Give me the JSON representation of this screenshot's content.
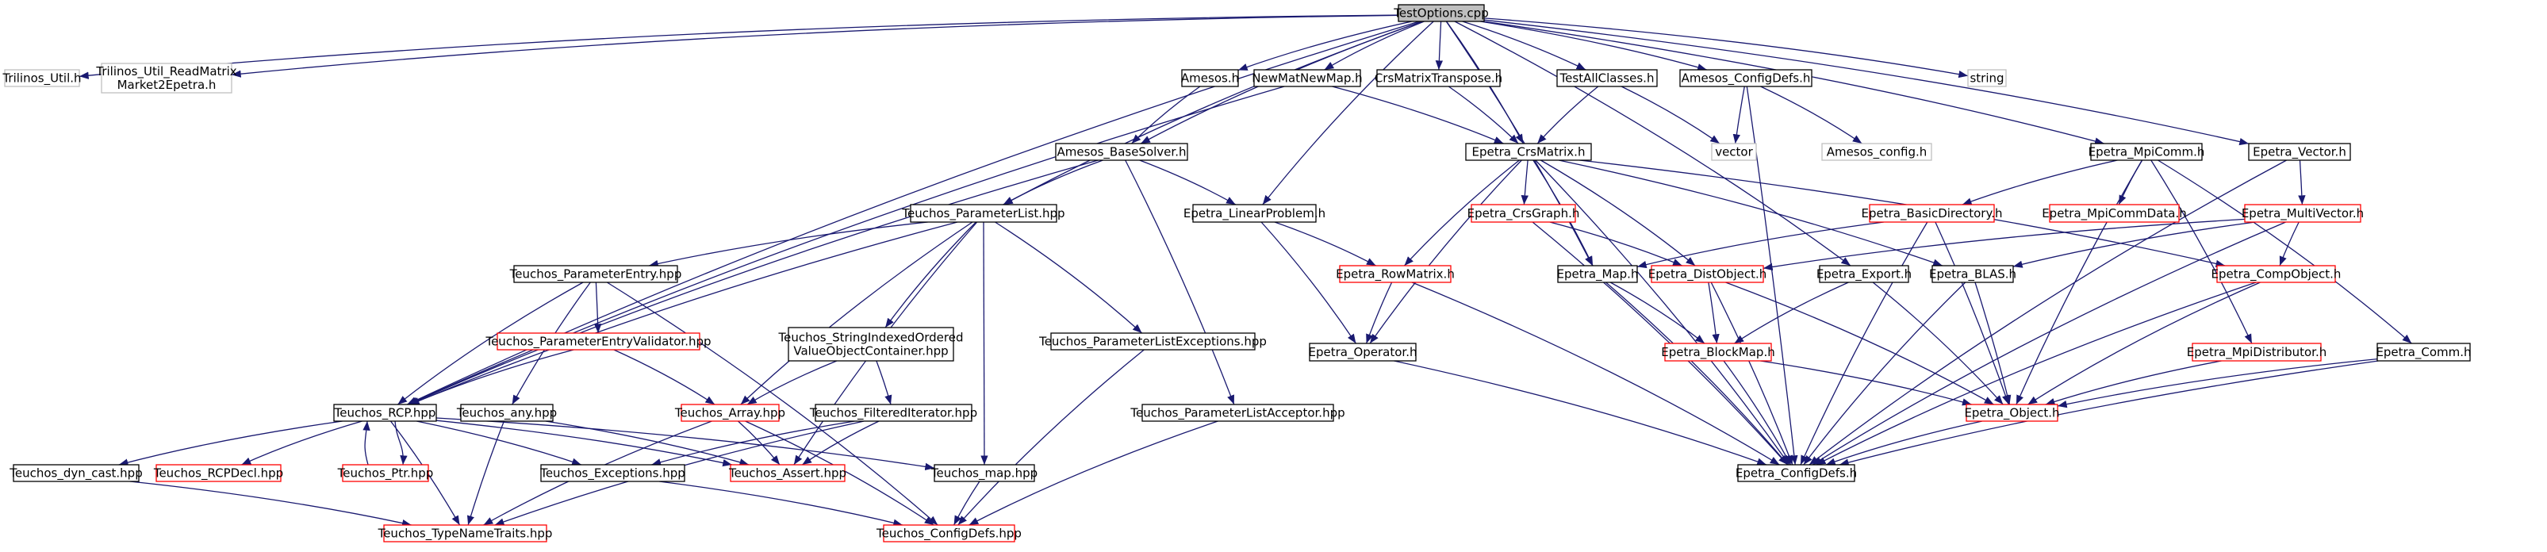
{
  "diagram": {
    "nodes": [
      {
        "id": "testoptions",
        "lines": [
          "TestOptions.cpp"
        ],
        "style": "root"
      },
      {
        "id": "trilinos_util",
        "lines": [
          "Trilinos_Util.h"
        ],
        "style": "grey"
      },
      {
        "id": "trilinos_readmatrix",
        "lines": [
          "Trilinos_Util_ReadMatrix",
          "Market2Epetra.h"
        ],
        "style": "grey"
      },
      {
        "id": "amesos_h",
        "lines": [
          "Amesos.h"
        ],
        "style": "normal"
      },
      {
        "id": "newmatnewmap",
        "lines": [
          "NewMatNewMap.h"
        ],
        "style": "normal"
      },
      {
        "id": "crsmatrixtranspose",
        "lines": [
          "CrsMatrixTranspose.h"
        ],
        "style": "normal"
      },
      {
        "id": "testallclasses",
        "lines": [
          "TestAllClasses.h"
        ],
        "style": "normal"
      },
      {
        "id": "amesos_configdefs",
        "lines": [
          "Amesos_ConfigDefs.h"
        ],
        "style": "normal"
      },
      {
        "id": "string",
        "lines": [
          "string"
        ],
        "style": "grey"
      },
      {
        "id": "epetra_mpicomm",
        "lines": [
          "Epetra_MpiComm.h"
        ],
        "style": "normal"
      },
      {
        "id": "epetra_vector",
        "lines": [
          "Epetra_Vector.h"
        ],
        "style": "normal"
      },
      {
        "id": "vector",
        "lines": [
          "vector"
        ],
        "style": "grey"
      },
      {
        "id": "amesos_config",
        "lines": [
          "Amesos_config.h"
        ],
        "style": "grey"
      },
      {
        "id": "amesos_basesolver",
        "lines": [
          "Amesos_BaseSolver.h"
        ],
        "style": "normal"
      },
      {
        "id": "epetra_crsmatrix",
        "lines": [
          "Epetra_CrsMatrix.h"
        ],
        "style": "normal"
      },
      {
        "id": "teuchos_parameterlist",
        "lines": [
          "Teuchos_ParameterList.hpp"
        ],
        "style": "normal"
      },
      {
        "id": "epetra_linearproblem",
        "lines": [
          "Epetra_LinearProblem.h"
        ],
        "style": "normal"
      },
      {
        "id": "epetra_crsgraph",
        "lines": [
          "Epetra_CrsGraph.h"
        ],
        "style": "red"
      },
      {
        "id": "epetra_basicdirectory",
        "lines": [
          "Epetra_BasicDirectory.h"
        ],
        "style": "red"
      },
      {
        "id": "epetra_mpicommdata",
        "lines": [
          "Epetra_MpiCommData.h"
        ],
        "style": "red"
      },
      {
        "id": "epetra_multivector",
        "lines": [
          "Epetra_MultiVector.h"
        ],
        "style": "red"
      },
      {
        "id": "teuchos_parameterentry",
        "lines": [
          "Teuchos_ParameterEntry.hpp"
        ],
        "style": "normal"
      },
      {
        "id": "epetra_rowmatrix",
        "lines": [
          "Epetra_RowMatrix.h"
        ],
        "style": "red"
      },
      {
        "id": "epetra_map",
        "lines": [
          "Epetra_Map.h"
        ],
        "style": "normal"
      },
      {
        "id": "epetra_distobject",
        "lines": [
          "Epetra_DistObject.h"
        ],
        "style": "red"
      },
      {
        "id": "epetra_export",
        "lines": [
          "Epetra_Export.h"
        ],
        "style": "normal"
      },
      {
        "id": "epetra_blas",
        "lines": [
          "Epetra_BLAS.h"
        ],
        "style": "normal"
      },
      {
        "id": "epetra_compobject",
        "lines": [
          "Epetra_CompObject.h"
        ],
        "style": "red"
      },
      {
        "id": "teuchos_pevalidator",
        "lines": [
          "Teuchos_ParameterEntryValidator.hpp"
        ],
        "style": "red"
      },
      {
        "id": "teuchos_stringindexed",
        "lines": [
          "Teuchos_StringIndexedOrdered",
          "ValueObjectContainer.hpp"
        ],
        "style": "normal"
      },
      {
        "id": "teuchos_plexceptions",
        "lines": [
          "Teuchos_ParameterListExceptions.hpp"
        ],
        "style": "normal"
      },
      {
        "id": "epetra_operator",
        "lines": [
          "Epetra_Operator.h"
        ],
        "style": "normal"
      },
      {
        "id": "epetra_blockmap",
        "lines": [
          "Epetra_BlockMap.h"
        ],
        "style": "red"
      },
      {
        "id": "epetra_mpidistributor",
        "lines": [
          "Epetra_MpiDistributor.h"
        ],
        "style": "red"
      },
      {
        "id": "epetra_comm",
        "lines": [
          "Epetra_Comm.h"
        ],
        "style": "normal"
      },
      {
        "id": "teuchos_rcp",
        "lines": [
          "Teuchos_RCP.hpp"
        ],
        "style": "normal"
      },
      {
        "id": "teuchos_any",
        "lines": [
          "Teuchos_any.hpp"
        ],
        "style": "normal"
      },
      {
        "id": "teuchos_array",
        "lines": [
          "Teuchos_Array.hpp"
        ],
        "style": "red"
      },
      {
        "id": "teuchos_filterediterator",
        "lines": [
          "Teuchos_FilteredIterator.hpp"
        ],
        "style": "normal"
      },
      {
        "id": "teuchos_placceptor",
        "lines": [
          "Teuchos_ParameterListAcceptor.hpp"
        ],
        "style": "normal"
      },
      {
        "id": "epetra_object",
        "lines": [
          "Epetra_Object.h"
        ],
        "style": "red"
      },
      {
        "id": "teuchos_dyncast",
        "lines": [
          "Teuchos_dyn_cast.hpp"
        ],
        "style": "normal"
      },
      {
        "id": "teuchos_rcpdecl",
        "lines": [
          "Teuchos_RCPDecl.hpp"
        ],
        "style": "red"
      },
      {
        "id": "teuchos_ptr",
        "lines": [
          "Teuchos_Ptr.hpp"
        ],
        "style": "red"
      },
      {
        "id": "teuchos_exceptions",
        "lines": [
          "Teuchos_Exceptions.hpp"
        ],
        "style": "normal"
      },
      {
        "id": "teuchos_assert",
        "lines": [
          "Teuchos_Assert.hpp"
        ],
        "style": "red"
      },
      {
        "id": "teuchos_map",
        "lines": [
          "Teuchos_map.hpp"
        ],
        "style": "normal"
      },
      {
        "id": "epetra_configdefs",
        "lines": [
          "Epetra_ConfigDefs.h"
        ],
        "style": "normal"
      },
      {
        "id": "teuchos_typenametraits",
        "lines": [
          "Teuchos_TypeNameTraits.hpp"
        ],
        "style": "red"
      },
      {
        "id": "teuchos_configdefs",
        "lines": [
          "Teuchos_ConfigDefs.hpp"
        ],
        "style": "red"
      }
    ],
    "edges": [
      [
        "testoptions",
        "trilinos_util"
      ],
      [
        "testoptions",
        "trilinos_readmatrix"
      ],
      [
        "testoptions",
        "amesos_h"
      ],
      [
        "testoptions",
        "newmatnewmap"
      ],
      [
        "testoptions",
        "crsmatrixtranspose"
      ],
      [
        "testoptions",
        "testallclasses"
      ],
      [
        "testoptions",
        "amesos_configdefs"
      ],
      [
        "testoptions",
        "string"
      ],
      [
        "testoptions",
        "epetra_mpicomm"
      ],
      [
        "testoptions",
        "epetra_vector"
      ],
      [
        "testoptions",
        "amesos_basesolver"
      ],
      [
        "testoptions",
        "epetra_crsmatrix"
      ],
      [
        "testoptions",
        "teuchos_parameterlist"
      ],
      [
        "testoptions",
        "epetra_linearproblem"
      ],
      [
        "testoptions",
        "teuchos_rcp"
      ],
      [
        "testoptions",
        "epetra_map"
      ],
      [
        "testoptions",
        "epetra_export"
      ],
      [
        "amesos_h",
        "amesos_basesolver"
      ],
      [
        "newmatnewmap",
        "epetra_crsmatrix"
      ],
      [
        "newmatnewmap",
        "teuchos_rcp"
      ],
      [
        "crsmatrixtranspose",
        "epetra_crsmatrix"
      ],
      [
        "testallclasses",
        "epetra_crsmatrix"
      ],
      [
        "testallclasses",
        "vector"
      ],
      [
        "amesos_configdefs",
        "vector"
      ],
      [
        "amesos_configdefs",
        "amesos_config"
      ],
      [
        "amesos_configdefs",
        "epetra_configdefs"
      ],
      [
        "epetra_mpicomm",
        "epetra_basicdirectory"
      ],
      [
        "epetra_mpicomm",
        "epetra_mpicommdata"
      ],
      [
        "epetra_mpicomm",
        "epetra_object"
      ],
      [
        "epetra_mpicomm",
        "epetra_mpidistributor"
      ],
      [
        "epetra_mpicomm",
        "epetra_comm"
      ],
      [
        "epetra_vector",
        "epetra_multivector"
      ],
      [
        "epetra_vector",
        "epetra_configdefs"
      ],
      [
        "amesos_basesolver",
        "teuchos_parameterlist"
      ],
      [
        "amesos_basesolver",
        "epetra_linearproblem"
      ],
      [
        "amesos_basesolver",
        "teuchos_rcp"
      ],
      [
        "amesos_basesolver",
        "teuchos_placceptor"
      ],
      [
        "epetra_crsmatrix",
        "epetra_crsgraph"
      ],
      [
        "epetra_crsmatrix",
        "epetra_rowmatrix"
      ],
      [
        "epetra_crsmatrix",
        "epetra_map"
      ],
      [
        "epetra_crsmatrix",
        "epetra_distobject"
      ],
      [
        "epetra_crsmatrix",
        "epetra_blas"
      ],
      [
        "epetra_crsmatrix",
        "epetra_compobject"
      ],
      [
        "epetra_crsmatrix",
        "epetra_operator"
      ],
      [
        "epetra_crsmatrix",
        "epetra_configdefs"
      ],
      [
        "teuchos_parameterlist",
        "teuchos_parameterentry"
      ],
      [
        "teuchos_parameterlist",
        "teuchos_stringindexed"
      ],
      [
        "teuchos_parameterlist",
        "teuchos_plexceptions"
      ],
      [
        "teuchos_parameterlist",
        "teuchos_rcp"
      ],
      [
        "teuchos_parameterlist",
        "teuchos_array"
      ],
      [
        "teuchos_parameterlist",
        "teuchos_assert"
      ],
      [
        "teuchos_parameterlist",
        "teuchos_map"
      ],
      [
        "epetra_linearproblem",
        "epetra_rowmatrix"
      ],
      [
        "epetra_linearproblem",
        "epetra_operator"
      ],
      [
        "epetra_crsgraph",
        "epetra_distobject"
      ],
      [
        "epetra_crsgraph",
        "epetra_configdefs"
      ],
      [
        "epetra_basicdirectory",
        "epetra_map"
      ],
      [
        "epetra_basicdirectory",
        "epetra_object"
      ],
      [
        "epetra_basicdirectory",
        "epetra_configdefs"
      ],
      [
        "epetra_multivector",
        "epetra_distobject"
      ],
      [
        "epetra_multivector",
        "epetra_blas"
      ],
      [
        "epetra_multivector",
        "epetra_compobject"
      ],
      [
        "epetra_multivector",
        "epetra_configdefs"
      ],
      [
        "teuchos_parameterentry",
        "teuchos_pevalidator"
      ],
      [
        "teuchos_parameterentry",
        "teuchos_rcp"
      ],
      [
        "teuchos_parameterentry",
        "teuchos_any"
      ],
      [
        "teuchos_parameterentry",
        "teuchos_configdefs"
      ],
      [
        "epetra_rowmatrix",
        "epetra_operator"
      ],
      [
        "epetra_rowmatrix",
        "epetra_configdefs"
      ],
      [
        "epetra_map",
        "epetra_blockmap"
      ],
      [
        "epetra_map",
        "epetra_configdefs"
      ],
      [
        "epetra_distobject",
        "epetra_blockmap"
      ],
      [
        "epetra_distobject",
        "epetra_object"
      ],
      [
        "epetra_distobject",
        "epetra_configdefs"
      ],
      [
        "epetra_export",
        "epetra_blockmap"
      ],
      [
        "epetra_export",
        "epetra_object"
      ],
      [
        "epetra_blas",
        "epetra_object"
      ],
      [
        "epetra_blas",
        "epetra_configdefs"
      ],
      [
        "epetra_compobject",
        "epetra_object"
      ],
      [
        "epetra_compobject",
        "epetra_configdefs"
      ],
      [
        "teuchos_pevalidator",
        "teuchos_rcp"
      ],
      [
        "teuchos_pevalidator",
        "teuchos_array"
      ],
      [
        "teuchos_stringindexed",
        "teuchos_array"
      ],
      [
        "teuchos_stringindexed",
        "teuchos_filterediterator"
      ],
      [
        "teuchos_plexceptions",
        "teuchos_configdefs"
      ],
      [
        "epetra_operator",
        "epetra_configdefs"
      ],
      [
        "epetra_blockmap",
        "epetra_object"
      ],
      [
        "epetra_blockmap",
        "epetra_configdefs"
      ],
      [
        "epetra_mpidistributor",
        "epetra_object"
      ],
      [
        "epetra_comm",
        "epetra_object"
      ],
      [
        "epetra_comm",
        "epetra_configdefs"
      ],
      [
        "teuchos_rcp",
        "teuchos_dyncast"
      ],
      [
        "teuchos_rcp",
        "teuchos_rcpdecl"
      ],
      [
        "teuchos_rcp",
        "teuchos_ptr"
      ],
      [
        "teuchos_rcp",
        "teuchos_exceptions"
      ],
      [
        "teuchos_rcp",
        "teuchos_assert"
      ],
      [
        "teuchos_rcp",
        "teuchos_map"
      ],
      [
        "teuchos_rcp",
        "teuchos_typenametraits"
      ],
      [
        "teuchos_any",
        "teuchos_assert"
      ],
      [
        "teuchos_any",
        "teuchos_typenametraits"
      ],
      [
        "teuchos_array",
        "teuchos_assert"
      ],
      [
        "teuchos_array",
        "teuchos_typenametraits"
      ],
      [
        "teuchos_array",
        "teuchos_configdefs"
      ],
      [
        "teuchos_filterediterator",
        "teuchos_assert"
      ],
      [
        "teuchos_filterediterator",
        "teuchos_exceptions"
      ],
      [
        "teuchos_filterediterator",
        "teuchos_typenametraits"
      ],
      [
        "teuchos_placceptor",
        "teuchos_configdefs"
      ],
      [
        "epetra_object",
        "epetra_configdefs"
      ],
      [
        "teuchos_dyncast",
        "teuchos_typenametraits"
      ],
      [
        "teuchos_ptr",
        "teuchos_rcp"
      ],
      [
        "teuchos_exceptions",
        "teuchos_configdefs"
      ],
      [
        "teuchos_map",
        "teuchos_configdefs"
      ]
    ]
  },
  "colors": {
    "edge": "#191970",
    "border_normal": "#000000",
    "border_red": "#ff0000",
    "border_grey": "#bfbfbf",
    "root_fill": "#bfbfbf",
    "text_normal": "#000000",
    "text_grey": "#7f7f7f"
  }
}
